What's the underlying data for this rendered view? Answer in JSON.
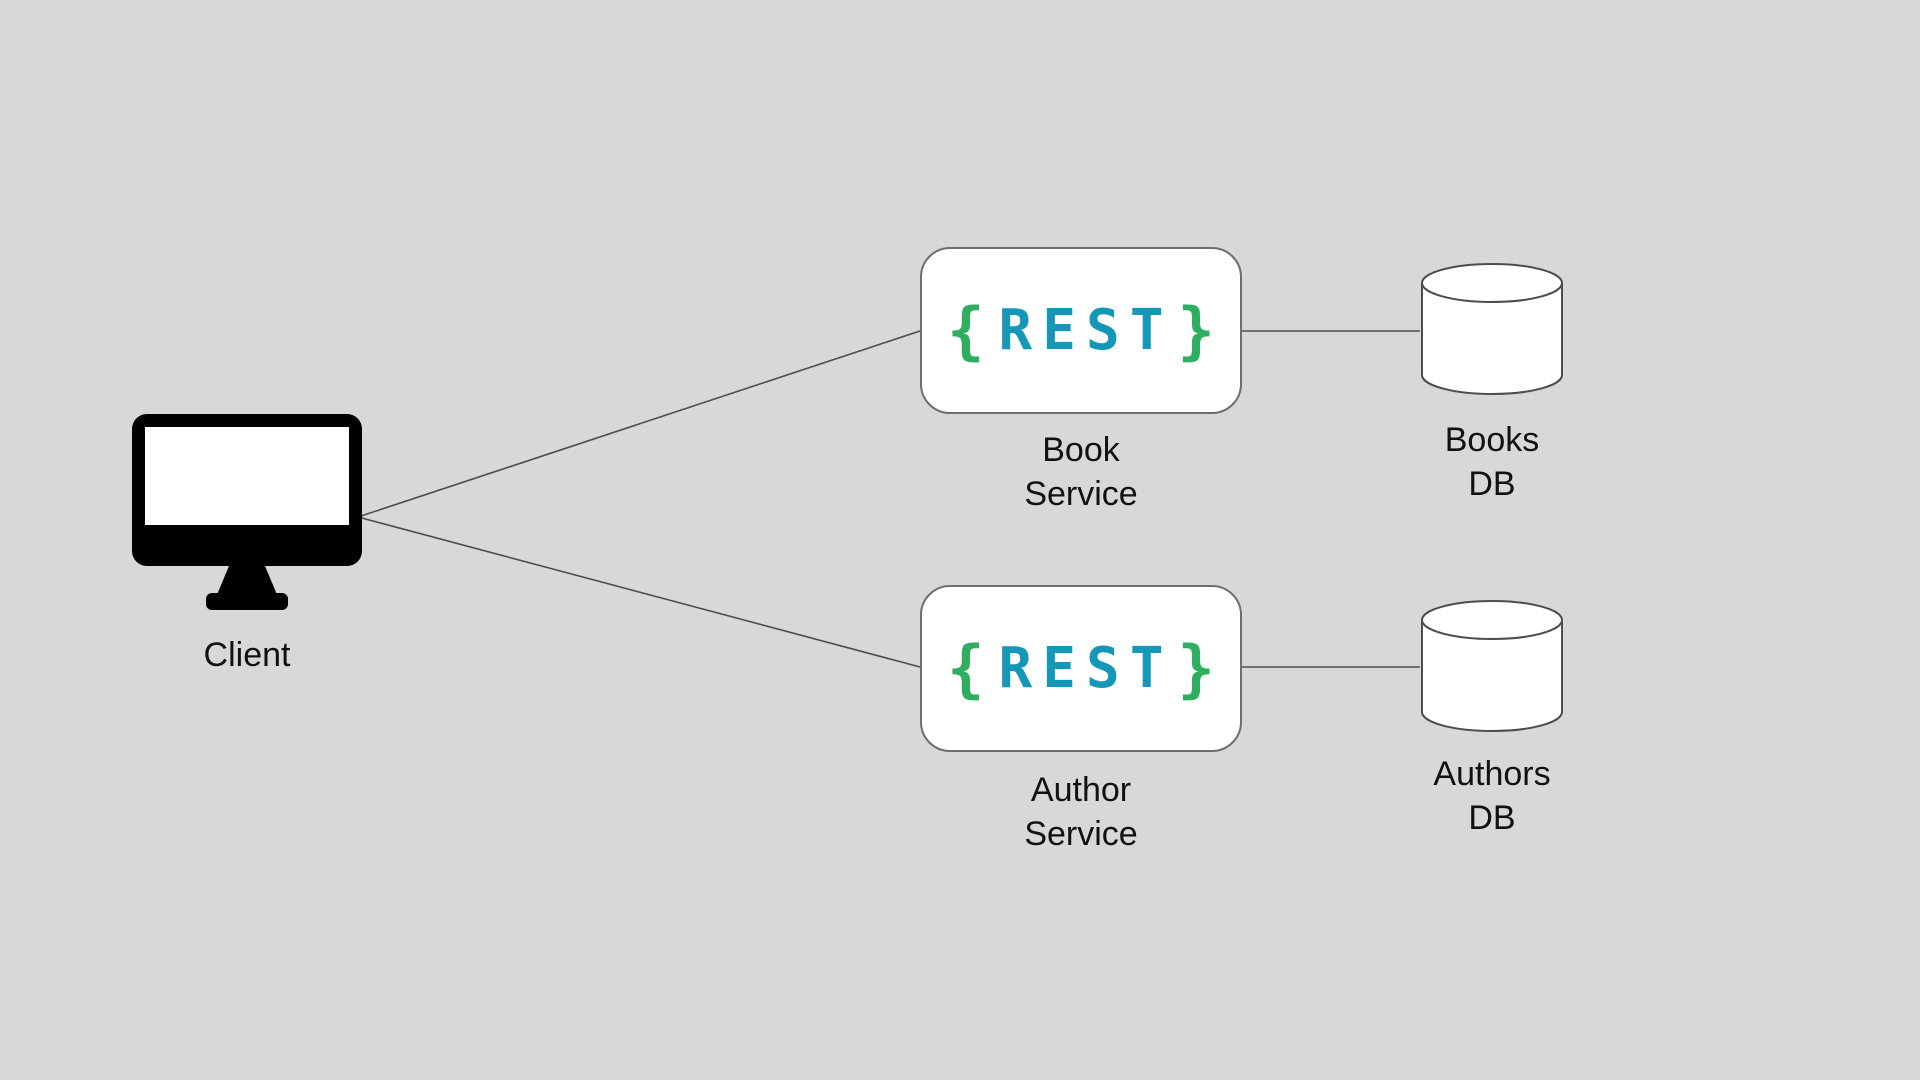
{
  "colors": {
    "bg": "#d8d8d8",
    "line": "#4d4d4d",
    "box_border": "#6e6e6e",
    "brace": "#2eae5f",
    "rest": "#1697b7"
  },
  "diagram": {
    "client": {
      "icon": "monitor-icon",
      "label": "Client"
    },
    "services": [
      {
        "id": "book-service",
        "brace_left": "{",
        "rest": "REST",
        "brace_right": "}",
        "label": "Book\nService"
      },
      {
        "id": "author-service",
        "brace_left": "{",
        "rest": "REST",
        "brace_right": "}",
        "label": "Author\nService"
      }
    ],
    "databases": [
      {
        "id": "books-db",
        "icon": "database-cylinder-icon",
        "label": "Books\nDB"
      },
      {
        "id": "authors-db",
        "icon": "database-cylinder-icon",
        "label": "Authors\nDB"
      }
    ]
  }
}
